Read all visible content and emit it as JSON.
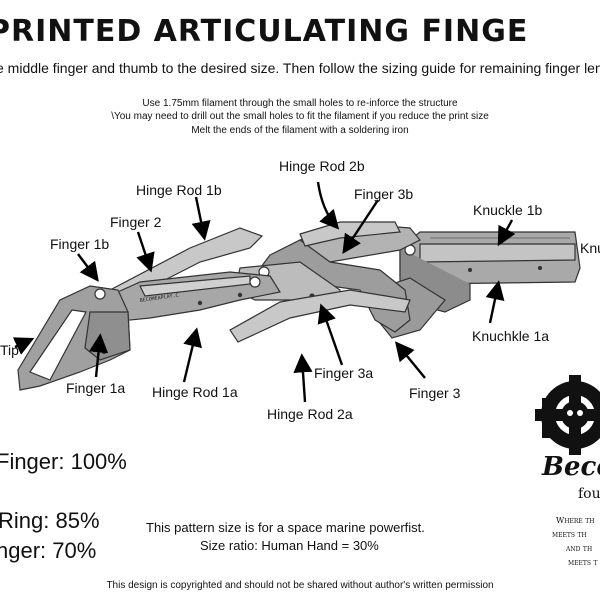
{
  "header": {
    "title": "PRINTED ARTICULATING FINGE",
    "subtitle": "e middle finger and thumb to the desired size. Then follow the sizing guide for remaining finger len"
  },
  "notes": [
    "Use 1.75mm filament through the small holes to re-inforce the structure",
    "\\You may need to drill out the small holes to fit the filament if you reduce the print size",
    "Melt the ends of the filament with a soldering iron"
  ],
  "labels": {
    "hinge_rod_2b": "Hinge Rod 2b",
    "hinge_rod_1b": "Hinge Rod 1b",
    "finger_3b": "Finger 3b",
    "knuckle_1b": "Knuckle 1b",
    "knuckle_cut": "Knu",
    "finger_2": "Finger 2",
    "finger_1b": "Finger 1b",
    "tip": "Tip",
    "knuchkle_1a": "Knuchkle 1a",
    "finger_1a": "Finger 1a",
    "hinge_rod_1a": "Hinge Rod 1a",
    "finger_3a": "Finger 3a",
    "finger_3": "Finger 3",
    "hinge_rod_2a": "Hinge Rod 2a"
  },
  "part_engraving": "BECOMEAPLAY.C",
  "sizing": [
    "Finger: 100%",
    "Ring: 85%",
    "nger: 70%"
  ],
  "pattern_note": [
    "This pattern size is for a space marine powerfist.",
    "Size ratio: Human Hand = 30%"
  ],
  "logo": {
    "text": "Beco",
    "subtext": "fou",
    "motto": [
      "Where th",
      "meets th",
      "and th",
      "meets t"
    ]
  },
  "copyright": "This design is copyrighted and should not be shared without author's written permission"
}
